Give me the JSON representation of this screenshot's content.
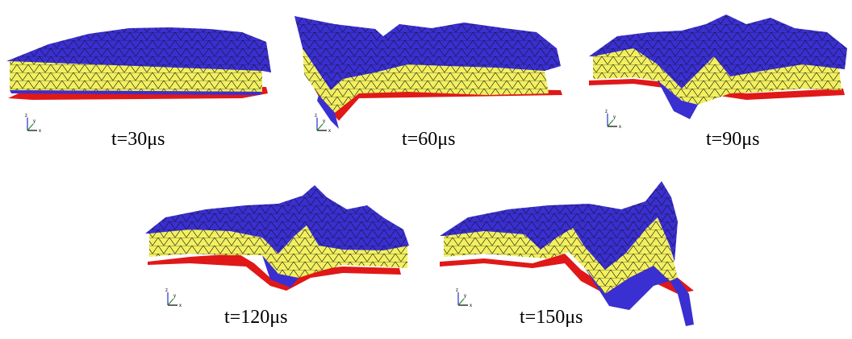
{
  "colors": {
    "top_surface": "#3a2fd0",
    "mid_layer": "#f2f060",
    "bottom_surface": "#e01818",
    "mesh_line": "#0a0a0a",
    "axis_x": "#000000",
    "axis_y": "#1a8f1a",
    "axis_z": "#2a2ad0"
  },
  "triad_labels": {
    "x": "x",
    "y": "y",
    "z": "z"
  },
  "panels": [
    {
      "id": "t30",
      "caption": "t=30μs",
      "state": "flat"
    },
    {
      "id": "t60",
      "caption": "t=60μs",
      "state": "early-wave"
    },
    {
      "id": "t90",
      "caption": "t=90μs",
      "state": "wave"
    },
    {
      "id": "t120",
      "caption": "t=120μs",
      "state": "wave"
    },
    {
      "id": "t150",
      "caption": "t=150μs",
      "state": "rupture"
    }
  ]
}
